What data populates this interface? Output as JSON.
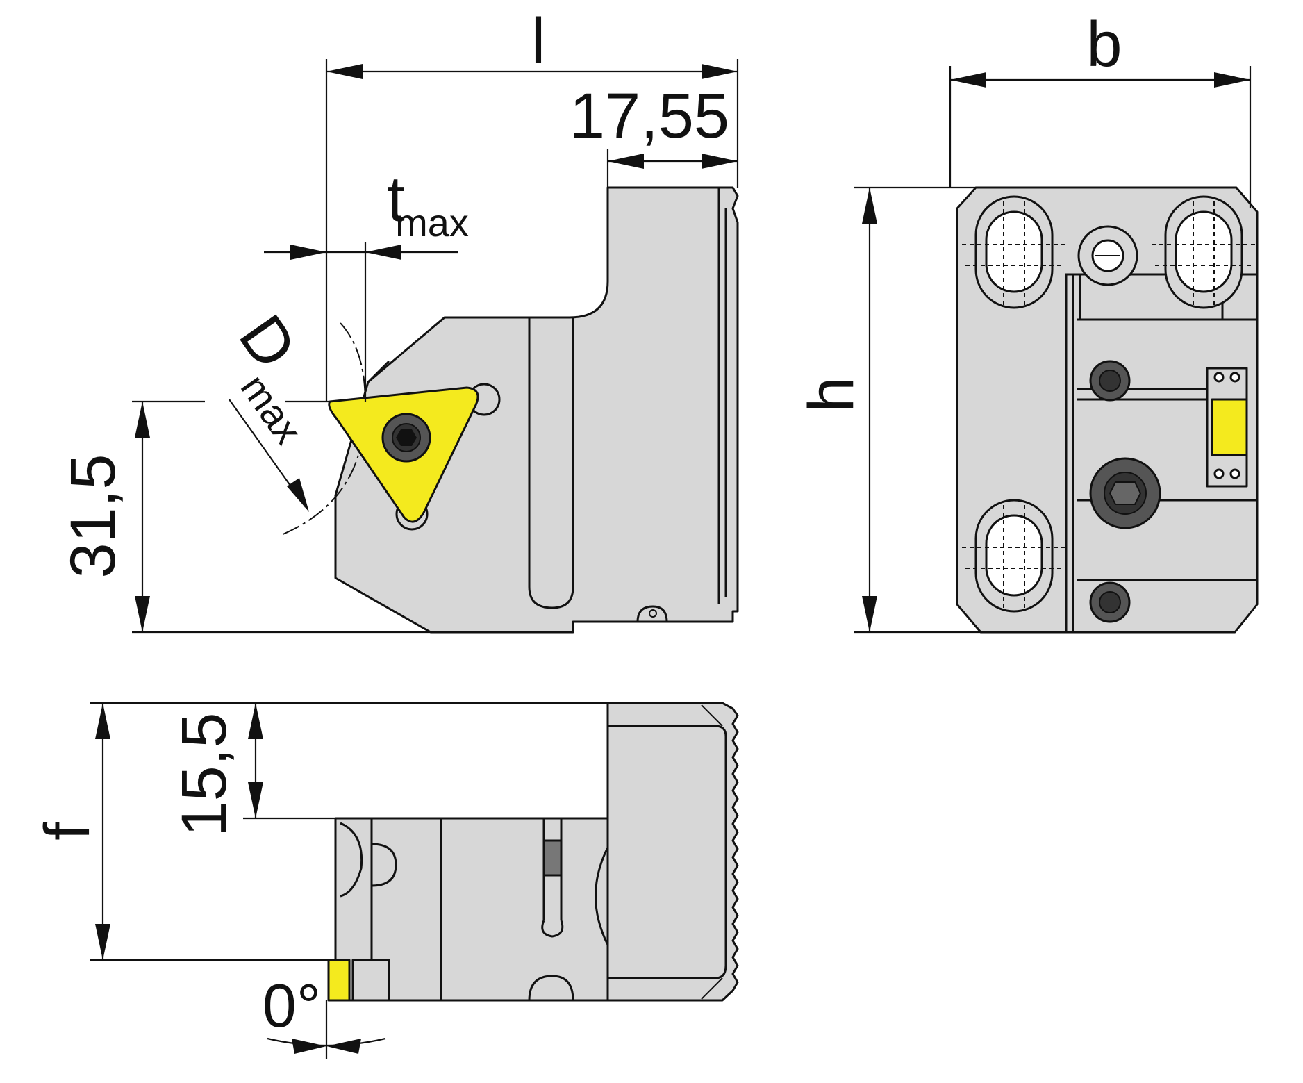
{
  "dimensions": {
    "l": "l",
    "b": "b",
    "h": "h",
    "f": "f",
    "tmax_main": "t",
    "tmax_sub": "max",
    "dmax_main": "D",
    "dmax_sub": "max",
    "d_17_55": "17,55",
    "d_31_5": "31,5",
    "d_15_5": "15,5",
    "angle_0": "0°"
  },
  "colors": {
    "body": "#d7d7d7",
    "insert": "#f4ea1e",
    "line": "#111111"
  },
  "icons": [
    "triangular-insert-icon",
    "hex-screw-icon",
    "serration-icon"
  ]
}
